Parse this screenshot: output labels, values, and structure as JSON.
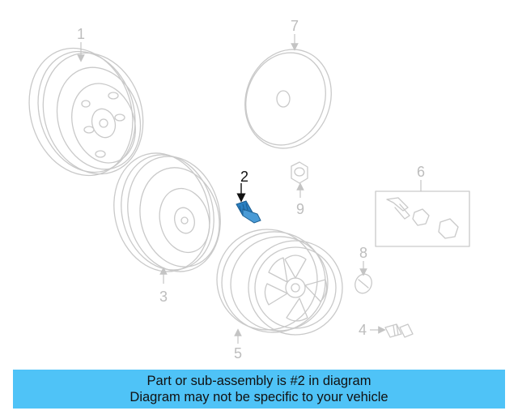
{
  "callouts": {
    "wheel_1": "1",
    "valve_2": "2",
    "wheel_3": "3",
    "valve_4": "4",
    "wheel_5": "5",
    "kit_6": "6",
    "cap_7": "7",
    "balance_8": "8",
    "nut_9": "9"
  },
  "highlight_color": "#2a7fc1",
  "banner": {
    "line1": "Part or sub-assembly is #2 in diagram",
    "line2": "Diagram may not be specific to your vehicle",
    "background": "#4fc3f7"
  }
}
